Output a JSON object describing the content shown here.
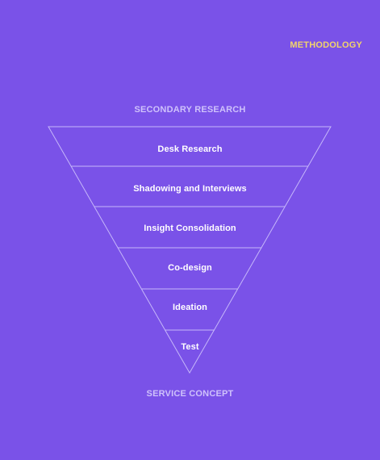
{
  "colors": {
    "background": "#7A52E8",
    "accent": "#F2D46B",
    "muted_text": "#CFC2FB",
    "line": "#C6B7FA",
    "stage_text": "#FFFFFF"
  },
  "header": {
    "tag": "METHODOLOGY"
  },
  "diagram": {
    "top_label": "SECONDARY RESEARCH",
    "bottom_label": "SERVICE CONCEPT",
    "stages": [
      {
        "label": "Desk Research"
      },
      {
        "label": "Shadowing and Interviews"
      },
      {
        "label": "Insight Consolidation"
      },
      {
        "label": "Co-design"
      },
      {
        "label": "Ideation"
      },
      {
        "label": "Test"
      }
    ]
  }
}
